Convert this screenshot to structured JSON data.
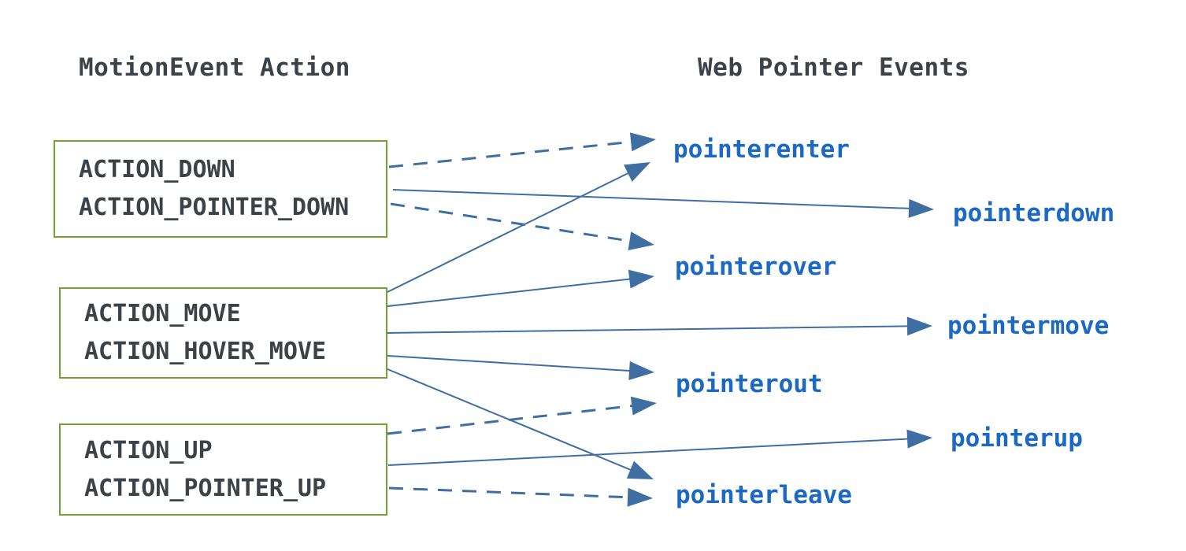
{
  "diagram": {
    "columns": {
      "left_header": "MotionEvent Action",
      "right_header": "Web Pointer Events"
    },
    "boxes": [
      {
        "id": "down",
        "lines": [
          "ACTION_DOWN",
          "ACTION_POINTER_DOWN"
        ]
      },
      {
        "id": "move",
        "lines": [
          "ACTION_MOVE",
          "ACTION_HOVER_MOVE"
        ]
      },
      {
        "id": "up",
        "lines": [
          "ACTION_UP",
          "ACTION_POINTER_UP"
        ]
      }
    ],
    "events": [
      "pointerenter",
      "pointerdown",
      "pointerover",
      "pointermove",
      "pointerout",
      "pointerup",
      "pointerleave"
    ],
    "connections": [
      {
        "from": "down",
        "to": "pointerenter",
        "style": "dashed"
      },
      {
        "from": "down",
        "to": "pointerdown",
        "style": "solid"
      },
      {
        "from": "down",
        "to": "pointerover",
        "style": "dashed"
      },
      {
        "from": "move",
        "to": "pointerenter",
        "style": "solid"
      },
      {
        "from": "move",
        "to": "pointerover",
        "style": "solid"
      },
      {
        "from": "move",
        "to": "pointermove",
        "style": "solid"
      },
      {
        "from": "move",
        "to": "pointerout",
        "style": "solid"
      },
      {
        "from": "move",
        "to": "pointerleave",
        "style": "solid"
      },
      {
        "from": "up",
        "to": "pointerout",
        "style": "dashed"
      },
      {
        "from": "up",
        "to": "pointerup",
        "style": "solid"
      },
      {
        "from": "up",
        "to": "pointerleave",
        "style": "dashed"
      }
    ],
    "colors": {
      "box_border": "#72a331",
      "box_text": "#3b4248",
      "header_text": "#3b4248",
      "event_text": "#1b69c3",
      "arrow": "#3f6fa2"
    }
  }
}
